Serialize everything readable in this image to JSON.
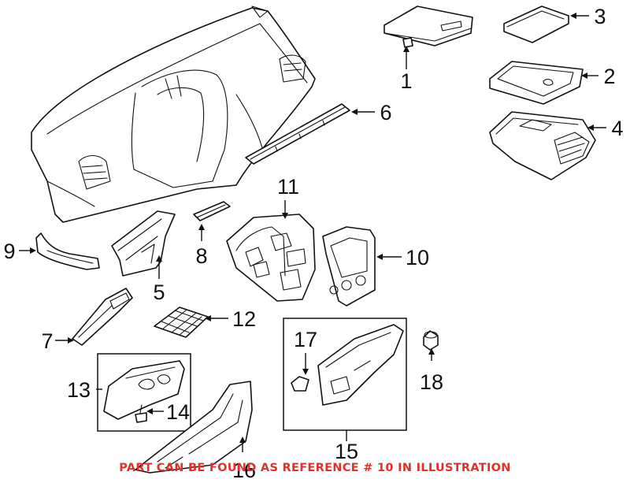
{
  "callouts": [
    {
      "id": "1",
      "label": "1"
    },
    {
      "id": "2",
      "label": "2"
    },
    {
      "id": "3",
      "label": "3"
    },
    {
      "id": "4",
      "label": "4"
    },
    {
      "id": "5",
      "label": "5"
    },
    {
      "id": "6",
      "label": "6"
    },
    {
      "id": "7",
      "label": "7"
    },
    {
      "id": "8",
      "label": "8"
    },
    {
      "id": "9",
      "label": "9"
    },
    {
      "id": "10",
      "label": "10"
    },
    {
      "id": "11",
      "label": "11"
    },
    {
      "id": "12",
      "label": "12"
    },
    {
      "id": "13",
      "label": "13"
    },
    {
      "id": "14",
      "label": "14"
    },
    {
      "id": "15",
      "label": "15"
    },
    {
      "id": "16",
      "label": "16"
    },
    {
      "id": "17",
      "label": "17"
    },
    {
      "id": "18",
      "label": "18"
    }
  ],
  "note": "PART CAN BE FOUND AS REFERENCE # 10 IN ILLUSTRATION",
  "colors": {
    "note": "#e0312a",
    "line": "#111111"
  }
}
